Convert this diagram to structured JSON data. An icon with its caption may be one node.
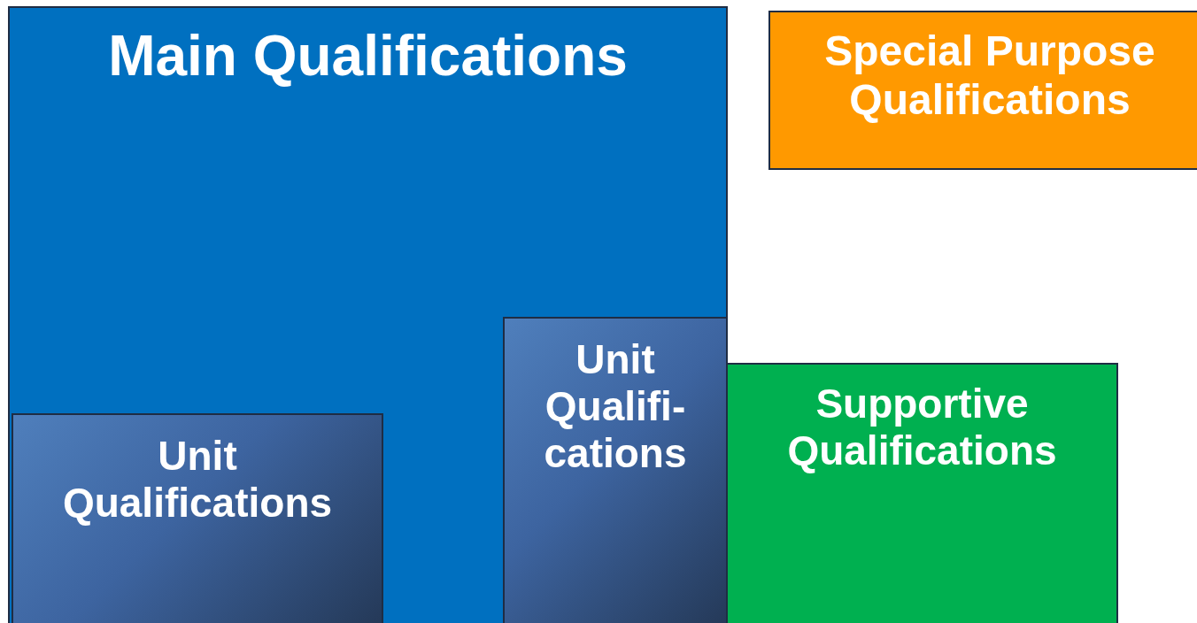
{
  "diagram": {
    "nodes": [
      {
        "text": [
          "Main Qualifications"
        ]
      },
      {
        "text": [
          "Unit Qualifications"
        ],
        "in": 0
      },
      {
        "text": [
          "Unit Qualifi- cations"
        ],
        "in": 0
      },
      {
        "text": [
          "Special Purpose Qualifications"
        ]
      },
      {
        "text": [
          "Supportive Qualifications"
        ]
      }
    ]
  }
}
